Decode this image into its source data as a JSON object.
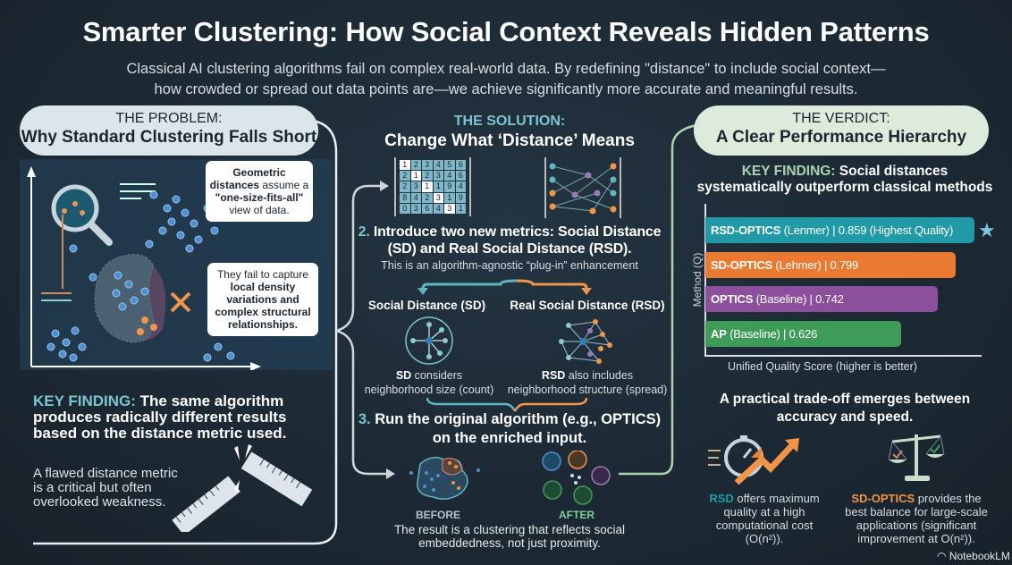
{
  "header": {
    "title": "Smarter Clustering: How Social Context Reveals Hidden Patterns",
    "subtitle_line1": "Classical AI clustering algorithms fail on complex real-world data. By redefining \"distance\" to include social context—",
    "subtitle_line2": "how crowded or spread out data points are—we achieve significantly more accurate and meaningful results."
  },
  "problem": {
    "label": "THE PROBLEM:",
    "heading": "Why Standard Clustering Falls Short",
    "callout1": {
      "bold": "Geometric distances",
      "rest": " assume a",
      "bold2": "\"one-size-fits-all\"",
      "rest2": "view of data."
    },
    "callout2": {
      "line1": "They fail to capture",
      "bold": "local density variations and complex structural relationships."
    },
    "key_label": "KEY FINDING:",
    "key_text": "The same algorithm produces radically different results based on the distance metric used.",
    "note": "A flawed distance metric is a critical but often overlooked weakness."
  },
  "solution": {
    "label": "THE SOLUTION:",
    "heading": "Change What ‘Distance’ Means",
    "matrix": [
      [
        "1",
        "2",
        "3",
        "4",
        "5",
        "6"
      ],
      [
        "2",
        "1",
        "2",
        "3",
        "4",
        "6"
      ],
      [
        "2",
        "3",
        "1",
        "1",
        "9",
        "4"
      ],
      [
        "8",
        "4",
        "2",
        "3",
        "1",
        "9"
      ],
      [
        "0",
        "3",
        "6",
        "4",
        "3",
        "1"
      ]
    ],
    "step2_num": "2.",
    "step2": "Introduce two new metrics: Social Distance (SD) and Real Social Distance (RSD).",
    "step2_sub": "This is an algorithm-agnostic “plug-in” enhancement",
    "sd_title": "Social Distance (SD)",
    "rsd_title": "Real Social Distance (RSD)",
    "sd_bold": "SD",
    "sd_rest": " considers",
    "sd_line2": "neighborhood size (count)",
    "rsd_bold": "RSD",
    "rsd_rest": " also includes",
    "rsd_line2": "neighborhood structure (spread)",
    "step3_num": "3.",
    "step3": "Run the original algorithm (e.g., OPTICS) on the enriched input.",
    "before": "BEFORE",
    "after": "AFTER",
    "result": "The result is a clustering that reflects social embeddedness, not just proximity."
  },
  "verdict": {
    "label": "THE VERDICT:",
    "heading": "A Clear Performance Hierarchy",
    "key_label": "KEY FINDING:",
    "key_text": "Social distances systematically outperform classical methods",
    "tradeoff": "A practical trade-off emerges between accuracy and speed.",
    "rsd_bold": "RSD",
    "rsd_text": " offers maximum quality at a high computational cost (O(n²)).",
    "sd_bold": "SD-OPTICS",
    "sd_text": " provides the best balance for large-scale applications (significant improvement at O(n²))."
  },
  "chart_data": {
    "type": "bar",
    "orientation": "horizontal",
    "ylabel": "Method (Q)",
    "xlabel": "Unified Quality Score (higher is better)",
    "xlim": [
      0,
      1
    ],
    "grid": false,
    "categories": [
      "RSD-OPTICS",
      "SD-OPTICS",
      "OPTICS",
      "AP"
    ],
    "bars": [
      {
        "name": "RSD-OPTICS",
        "detail": " (Lenmer) | 0.859 (Highest Quality)",
        "value": 0.859,
        "color": "#1f9aa6",
        "star": true
      },
      {
        "name": "SD-OPTICS",
        "detail": " (Lehmer) | 0.799",
        "value": 0.799,
        "color": "#ea7a31"
      },
      {
        "name": "OPTICS",
        "detail": " (Baseline) | 0.742",
        "value": 0.742,
        "color": "#8b4f9c"
      },
      {
        "name": "AP",
        "detail": " (Baseline) | 0.626",
        "value": 0.626,
        "color": "#3f9b58"
      }
    ]
  },
  "footer": {
    "brand": "NotebookLM"
  },
  "colors": {
    "teal": "#7cc5cf",
    "orange": "#f0954a",
    "green_pill": "#dcebdc",
    "blue_pill": "#dbe6ec",
    "background": "#1f2c37"
  }
}
